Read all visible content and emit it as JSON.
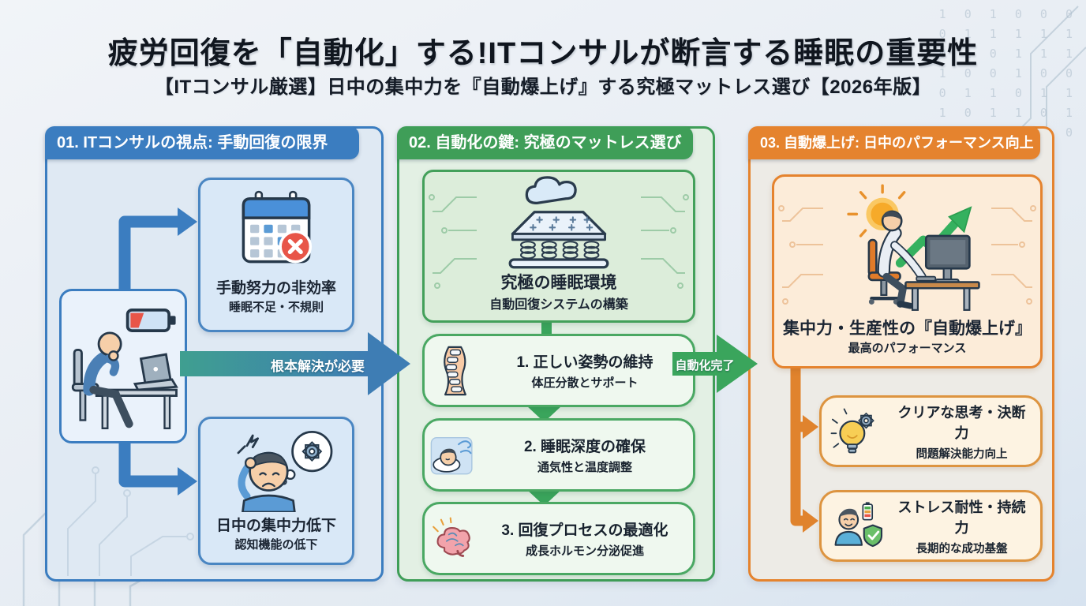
{
  "title": "疲労回復を「自動化」する!ITコンサルが断言する睡眠の重要性",
  "subtitle": "【ITコンサル厳選】日中の集中力を『自動爆上げ』する究極マットレス選び【2026年版】",
  "background": {
    "binary": "1 0 1 0 0 0\n0 1 1 1 1 1\n0 1 0 1 1 1\n1 0 0 1 0 0\n0 1 1 0 1 1\n1 0 1 1 0 1\n0 1 0 0 1 0"
  },
  "panel1": {
    "header": "01. ITコンサルの視点: 手動回復の限界",
    "card_inefficiency": {
      "title": "手動努力の非効率",
      "subtitle": "睡眠不足・不規則"
    },
    "card_focus_drop": {
      "title": "日中の集中力低下",
      "subtitle": "認知機能の低下"
    }
  },
  "arrow_root_cause": {
    "label": "根本解決が必要"
  },
  "panel2": {
    "header": "02. 自動化の鍵: 究極のマットレス選び",
    "main_card": {
      "title": "究極の睡眠環境",
      "subtitle": "自動回復システムの構築"
    },
    "steps": [
      {
        "title": "1. 正しい姿勢の維持",
        "subtitle": "体圧分散とサポート"
      },
      {
        "title": "2. 睡眠深度の確保",
        "subtitle": "通気性と温度調整"
      },
      {
        "title": "3. 回復プロセスの最適化",
        "subtitle": "成長ホルモン分泌促進"
      }
    ]
  },
  "arrow_automation": {
    "label": "自動化完了"
  },
  "panel3": {
    "header": "03. 自動爆上げ: 日中のパフォーマンス向上",
    "main_card": {
      "title": "集中力・生産性の『自動爆上げ』",
      "subtitle": "最高のパフォーマンス"
    },
    "benefits": [
      {
        "title": "クリアな思考・決断力",
        "subtitle": "問題解決能力向上"
      },
      {
        "title": "ストレス耐性・持続力",
        "subtitle": "長期的な成功基盤"
      }
    ]
  },
  "colors": {
    "panel1_blue": "#3b7dc0",
    "panel2_green": "#3f9e58",
    "panel3_orange": "#e5832e",
    "arrow_teal": "#3f9f90",
    "arrow_blue": "#3e7db4",
    "arrow_green": "#3aa55c",
    "connector_orange": "#e0832d",
    "alert_red": "#e85548",
    "rise_green": "#35b15f"
  }
}
